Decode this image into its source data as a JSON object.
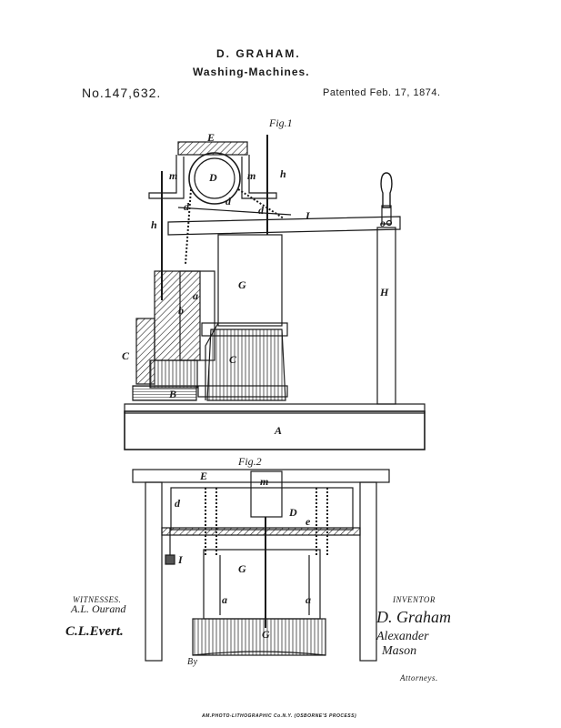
{
  "header": {
    "inventor": "D. GRAHAM.",
    "title": "Washing-Machines.",
    "patent_number": "No.147,632.",
    "patent_date": "Patented Feb. 17, 1874."
  },
  "figures": {
    "fig1_label": "Fig.1",
    "fig2_label": "Fig.2"
  },
  "fig1_labels": {
    "E": "E",
    "D": "D",
    "m_left": "m",
    "m_right": "m",
    "h_top": "h",
    "h_left": "h",
    "d1": "d",
    "d2": "d",
    "d3": "d",
    "I": "I",
    "o": "o",
    "a": "a",
    "b": "b",
    "G": "G",
    "H": "H",
    "C_left": "C",
    "C_main": "C",
    "B": "B",
    "A": "A"
  },
  "fig2_labels": {
    "E": "E",
    "m": "m",
    "d": "d",
    "D": "D",
    "e": "e",
    "I": "I",
    "G": "G",
    "a_left": "a",
    "a_right": "a",
    "G_lower": "G"
  },
  "signatures": {
    "witnesses_heading": "WITNESSES.",
    "witness1": "A.L. Ourand",
    "witness2": "C.L.Evert.",
    "inventor_heading": "INVENTOR",
    "inventor_signature": "D. Graham",
    "attorney_signature_line1": "Alexander",
    "attorney_signature_line2": "Mason",
    "by": "By",
    "attorneys": "Attorneys."
  },
  "footer": {
    "printer": "AM.PHOTO-LITHOGRAPHIC Co.N.Y. (OSBORNE'S PROCESS)"
  }
}
